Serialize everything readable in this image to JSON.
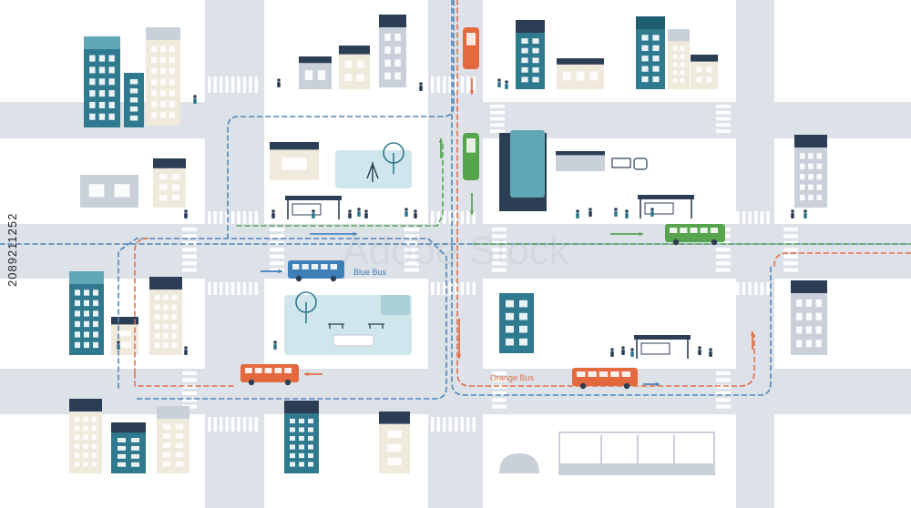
{
  "image_id_text": "2089211252",
  "watermark_text": "Adobe Stock",
  "labels": {
    "blue_bus": "Blue Bus",
    "orange_bus": "Orange Bus"
  },
  "colors": {
    "road": "#dde1e8",
    "crosswalk": "#ffffff",
    "park": "#cfe6ec",
    "blue_route": "#4f86b8",
    "green_route": "#5aa55a",
    "orange_route": "#e0714e",
    "blue_bus": "#3f7fb8",
    "orange_bus": "#e4693f",
    "green_bus": "#56a44c",
    "building_teal": "#2f7a8f",
    "building_navy": "#2c3e55",
    "building_cream": "#efeadc",
    "building_grey": "#c9d0d9",
    "window": "#ffffff"
  },
  "icons": [
    "bus-icon",
    "bus-stop-icon",
    "tree-icon",
    "bench-icon",
    "pedestrian-icon",
    "direction-arrow-icon",
    "building-icon"
  ]
}
